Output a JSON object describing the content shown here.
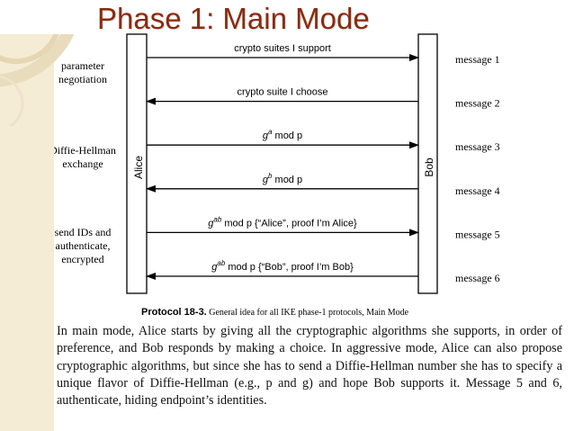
{
  "slide": {
    "title": "Phase 1: Main Mode"
  },
  "diagram": {
    "left_party": "Alice",
    "right_party": "Bob",
    "phases": [
      {
        "lines": [
          "parameter",
          "negotiation"
        ]
      },
      {
        "lines": [
          "Diffie-Hellman",
          "exchange"
        ]
      },
      {
        "lines": [
          "send IDs and",
          "authenticate,",
          "encrypted"
        ]
      }
    ],
    "messages": [
      {
        "label": "crypto suites I support",
        "direction": "right",
        "tag": "message 1"
      },
      {
        "label": "crypto suite I choose",
        "direction": "left",
        "tag": "message 2"
      },
      {
        "label_base": "g",
        "label_sup": "a",
        "label_rest": " mod p",
        "direction": "right",
        "tag": "message 3"
      },
      {
        "label_base": "g",
        "label_sup": "b",
        "label_rest": " mod p",
        "direction": "left",
        "tag": "message 4"
      },
      {
        "label_base": "g",
        "label_sup": "ab",
        "label_rest": " mod p {“Alice”, proof I’m Alice}",
        "direction": "right",
        "tag": "message 5"
      },
      {
        "label_base": "g",
        "label_sup": "ab",
        "label_rest": " mod p {“Bob”, proof I’m Bob}",
        "direction": "left",
        "tag": "message 6"
      }
    ],
    "caption": {
      "label": "Protocol 18-3.",
      "text": " General idea for all IKE phase-1 protocols, Main Mode"
    }
  },
  "body_text": "In main mode, Alice starts by giving all the cryptographic algorithms she supports, in order of preference, and Bob responds by making a choice. In aggressive mode, Alice can also propose cryptographic algorithms, but since she has to send a Diffie-Hellman number she has to specify a unique flavor of Diffie-Hellman (e.g., p and g) and hope Bob supports it. Message 5 and 6, authenticate, hiding endpoint’s identities.",
  "colors": {
    "title": "#8b2a0e",
    "side_band": "#f5ecd5"
  }
}
